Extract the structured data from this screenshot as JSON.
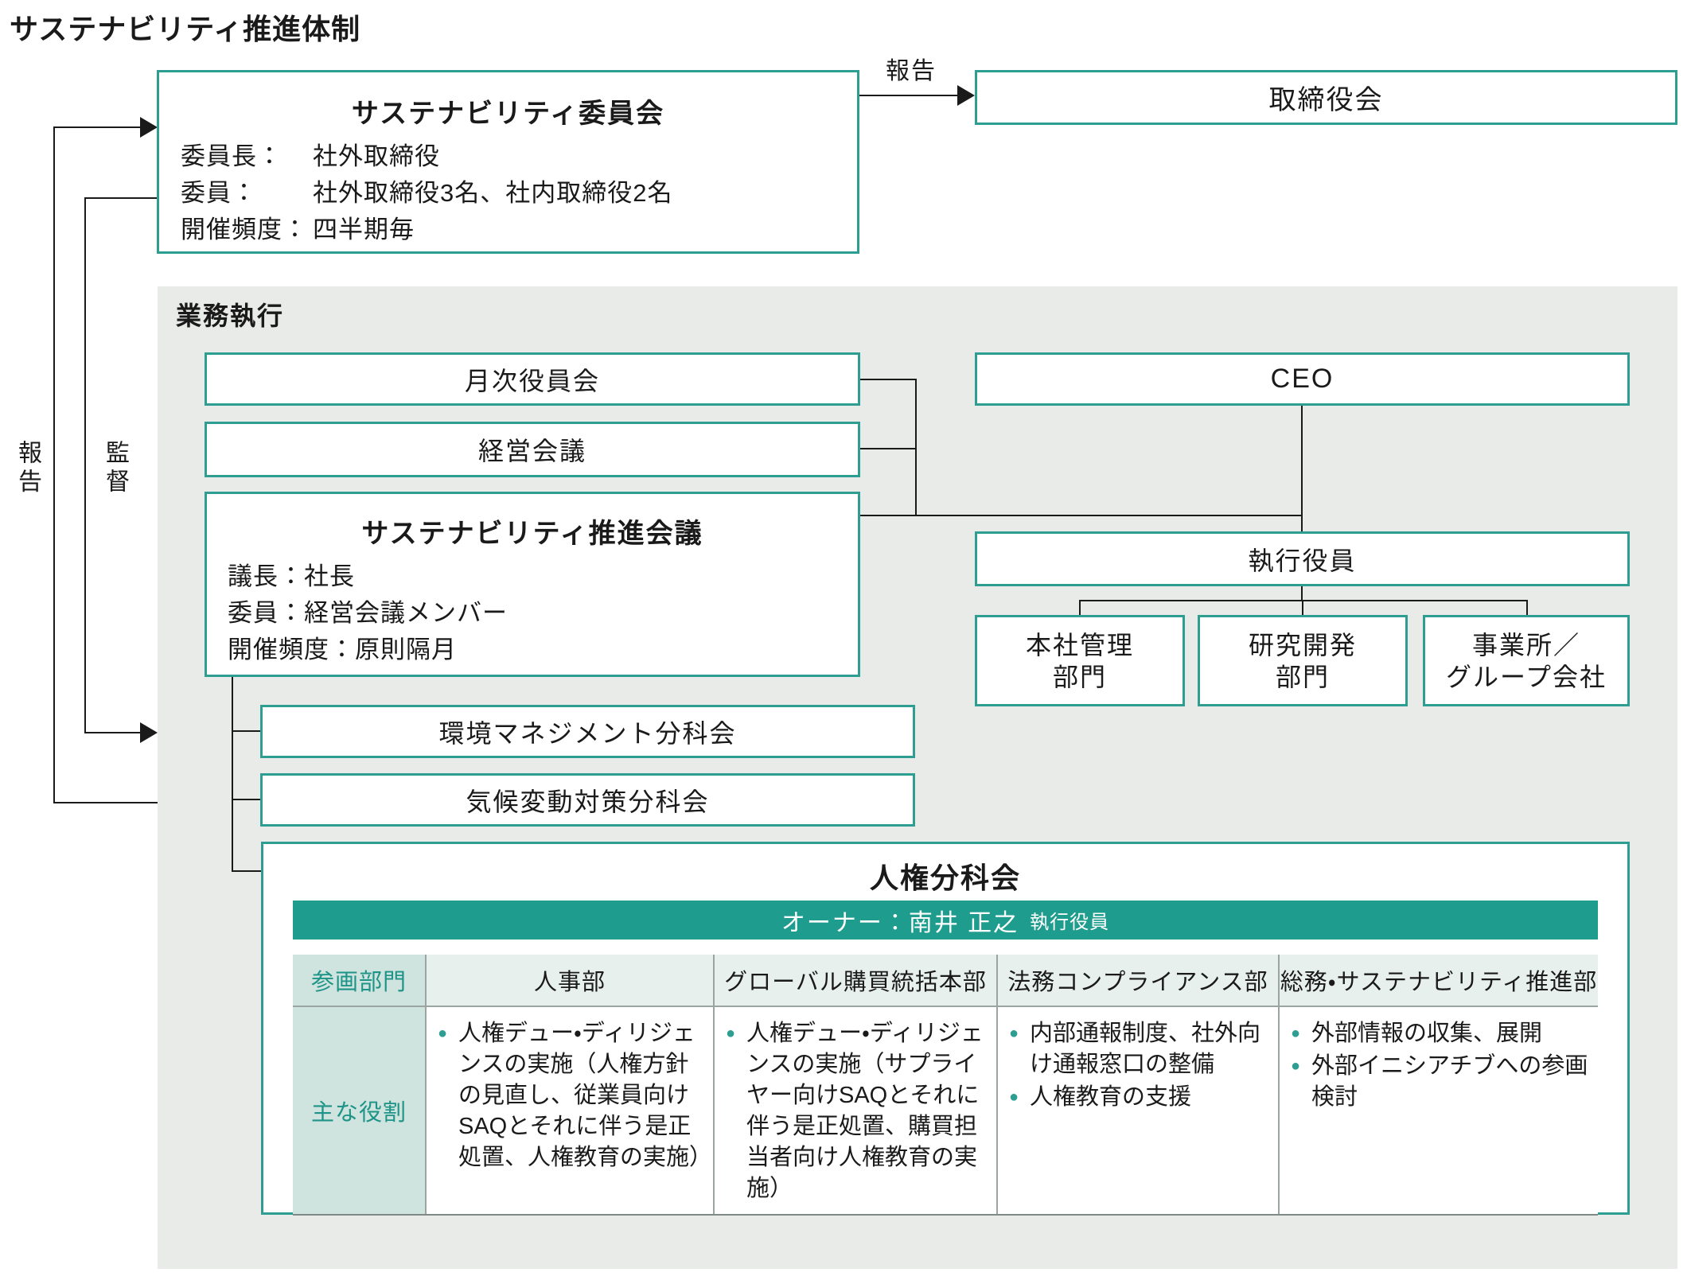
{
  "title": "サステナビリティ推進体制",
  "colors": {
    "teal_border": "#2f9e92",
    "teal_bar": "#1e9c8d",
    "teal_text": "#1e9488",
    "light_teal_cell": "#cfe4de",
    "header_cell": "#e7f0ec",
    "gray_background": "#e9ebe8"
  },
  "labels": {
    "report_top": "報告",
    "report_left": "報告",
    "supervise": "監督",
    "execution_area": "業務執行"
  },
  "committee": {
    "title": "サステナビリティ委員会",
    "rows": [
      {
        "label": "委員長：",
        "value": "社外取締役"
      },
      {
        "label": "委員：",
        "value": "社外取締役3名、社内取締役2名"
      },
      {
        "label": "開催頻度：",
        "value": "四半期毎"
      }
    ]
  },
  "board": {
    "title": "取締役会"
  },
  "exec_area": {
    "monthly_board": "月次役員会",
    "management_meeting": "経営会議",
    "promotion_meeting": {
      "title": "サステナビリティ推進会議",
      "rows": [
        "議長：社長",
        "委員：経営会議メンバー",
        "開催頻度：原則隔月"
      ]
    },
    "ceo": "CEO",
    "executives": "執行役員",
    "departments": [
      {
        "lines": [
          "本社管理",
          "部門"
        ]
      },
      {
        "lines": [
          "研究開発",
          "部門"
        ]
      },
      {
        "lines": [
          "事業所／",
          "グループ会社"
        ]
      }
    ]
  },
  "subcommittees": {
    "environment": "環境マネジメント分科会",
    "climate": "気候変動対策分科会"
  },
  "human_rights": {
    "title": "人権分科会",
    "owner_label": "オーナー：南井 正之",
    "owner_role": "執行役員",
    "table": {
      "row_headers": [
        "参画部門",
        "主な役割"
      ],
      "columns": [
        {
          "header": "人事部",
          "items": [
            "人権デュー・ディリジェンスの実施（人権方針の見直し、従業員向けSAQとそれに伴う是正処置、人権教育の実施）"
          ]
        },
        {
          "header": "グローバル購買統括本部",
          "items": [
            "人権デュー・ディリジェンスの実施（サプライヤー向けSAQとそれに伴う是正処置、購買担当者向け人権教育の実施）"
          ]
        },
        {
          "header": "法務コンプライアンス部",
          "items": [
            "内部通報制度、社外向け通報窓口の整備",
            "人権教育の支援"
          ]
        },
        {
          "header": "総務・サステナビリティ推進部",
          "items": [
            "外部情報の収集、展開",
            "外部イニシアチブへの参画検討"
          ]
        }
      ]
    }
  }
}
